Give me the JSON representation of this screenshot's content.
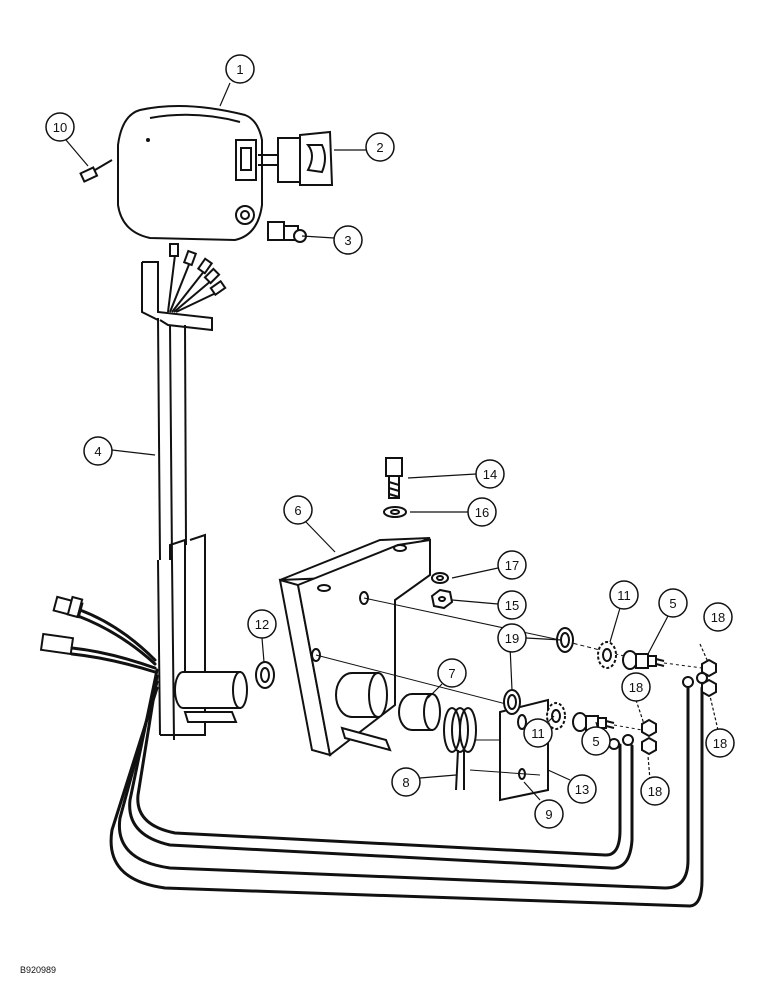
{
  "figure_code": "B920989",
  "callouts": {
    "c1": "1",
    "c2": "2",
    "c3": "3",
    "c4": "4",
    "c5a": "5",
    "c5b": "5",
    "c6": "6",
    "c7": "7",
    "c8": "8",
    "c9": "9",
    "c10": "10",
    "c11a": "11",
    "c11b": "11",
    "c12": "12",
    "c13": "13",
    "c14": "14",
    "c15": "15",
    "c16": "16",
    "c17": "17",
    "c18a": "18",
    "c18b": "18",
    "c18c": "18",
    "c18d": "18",
    "c19": "19"
  }
}
